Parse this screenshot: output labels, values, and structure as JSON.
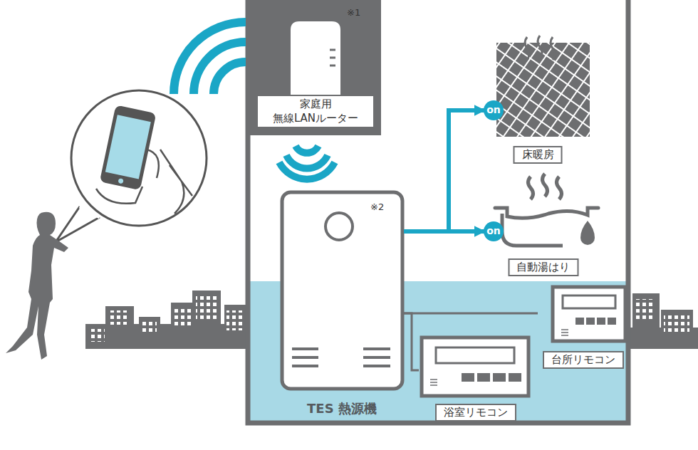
{
  "diagram": {
    "nodes": [
      {
        "text": [
          "家庭用 無線LANルーター"
        ]
      },
      {
        "text": [
          "床暖房"
        ]
      },
      {
        "text": [
          "自動湯はり"
        ]
      },
      {
        "text": [
          "TES 熱源機"
        ]
      },
      {
        "text": [
          "浴室リモコン"
        ]
      },
      {
        "text": [
          "台所リモコン"
        ]
      }
    ],
    "edges": [
      {
        "from": 3,
        "to": 1,
        "arrow": "to"
      },
      {
        "from": 3,
        "to": 2,
        "arrow": "to"
      },
      {
        "from": 3,
        "to": 4,
        "arrow": "none"
      },
      {
        "from": 3,
        "to": 5,
        "arrow": "none"
      }
    ],
    "labels": [
      "※1",
      "※2",
      "on",
      "on"
    ]
  }
}
